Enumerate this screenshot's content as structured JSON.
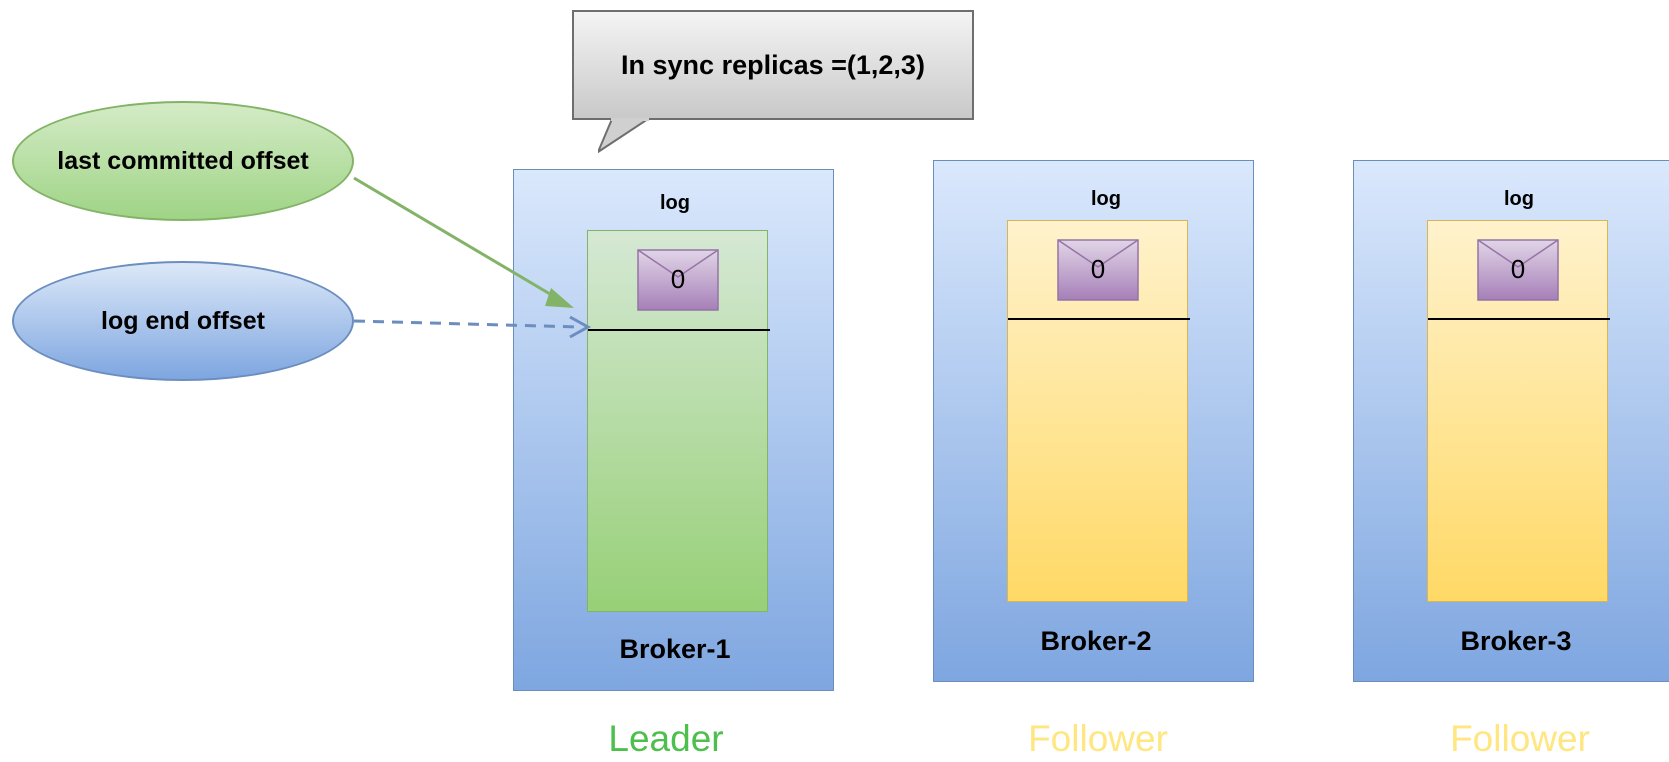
{
  "callout": {
    "text": "In sync replicas =(1,2,3)"
  },
  "annotations": {
    "last_committed_offset": "last committed offset",
    "log_end_offset": "log end offset"
  },
  "brokers": [
    {
      "log_label": "log",
      "message_offset": "0",
      "name": "Broker-1",
      "role": "Leader",
      "role_color": "#4cbf4c"
    },
    {
      "log_label": "log",
      "message_offset": "0",
      "name": "Broker-2",
      "role": "Follower",
      "role_color": "#ffe680"
    },
    {
      "log_label": "log",
      "message_offset": "0",
      "name": "Broker-3",
      "role": "Follower",
      "role_color": "#ffe680"
    }
  ],
  "colors": {
    "leader_log": "#97d077",
    "follower_log": "#ffd966",
    "broker_fill": "#7ea6e0",
    "committed_arrow": "#82b366",
    "end_offset_arrow": "#6c8ebf",
    "envelope": "#a680b8"
  },
  "icons": {
    "message": "envelope-icon"
  }
}
